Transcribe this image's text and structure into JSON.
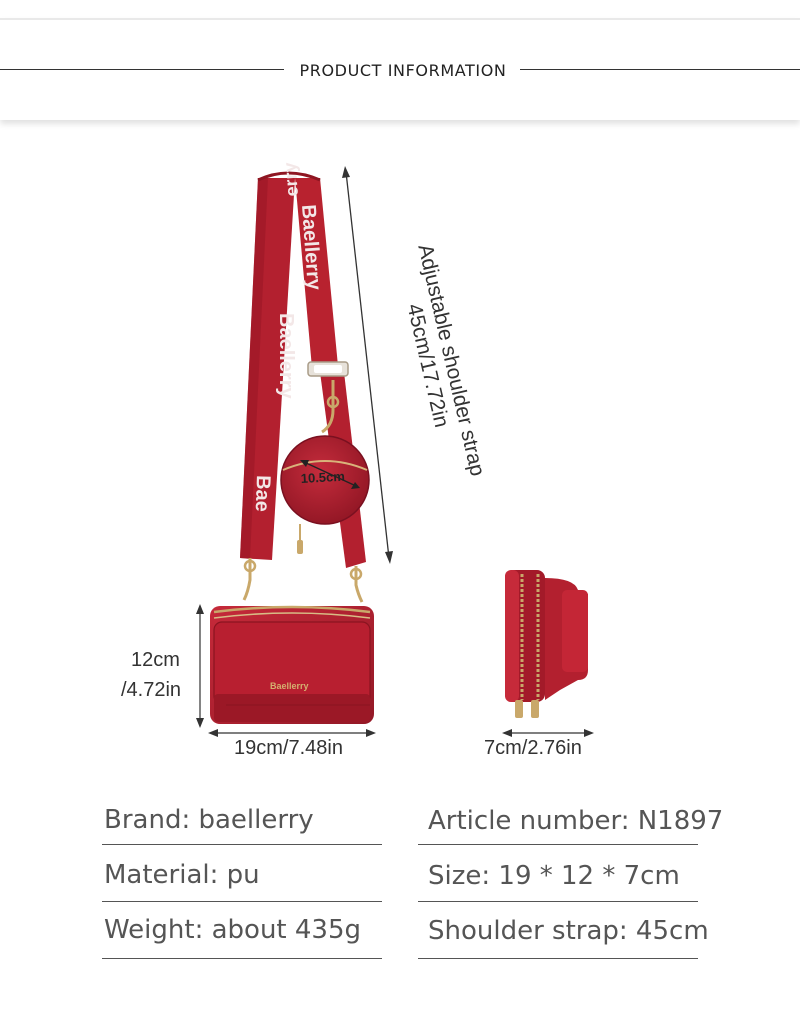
{
  "header": {
    "title": "PRODUCT INFORMATION"
  },
  "product": {
    "brand_mark": "Baellerry",
    "brand_mark_small": "Baellerry",
    "coin_purse_size": "10.5cm",
    "strap_label": "Adjustable shoulder strap 45cm/17.72in",
    "height_cm": "12cm",
    "height_in": "/4.72in",
    "width": "19cm/7.48in",
    "depth": "7cm/2.76in"
  },
  "colors": {
    "bag_red": "#b3202f",
    "bag_dark": "#8a1420",
    "zipper_gold": "#c9a86a"
  },
  "specs": [
    {
      "label": "Brand: baellerry"
    },
    {
      "label": "Article number: N1897"
    },
    {
      "label": "Material: pu"
    },
    {
      "label": "Size: 19 * 12 * 7cm"
    },
    {
      "label": "Weight: about 435g"
    },
    {
      "label": "Shoulder strap: 45cm"
    }
  ]
}
